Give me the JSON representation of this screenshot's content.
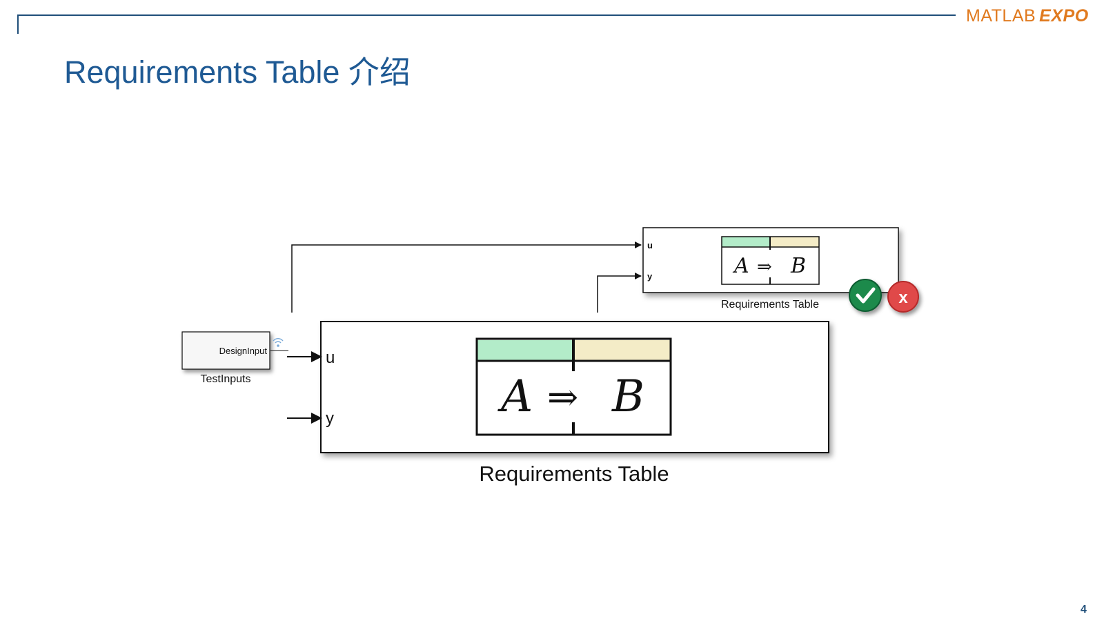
{
  "slide": {
    "title": "Requirements Table 介绍",
    "page_number": "4"
  },
  "logo": {
    "matlab": "MATLAB",
    "expo": "EXPO"
  },
  "diagram": {
    "source_block": {
      "inner_label": "DesignInput",
      "name": "TestInputs"
    },
    "main_block": {
      "port_u": "u",
      "port_y": "y",
      "math_a": "A",
      "math_arrow": "⇒",
      "math_b": "B",
      "name": "Requirements Table"
    },
    "small_block": {
      "port_u": "u",
      "port_y": "y",
      "math_a": "A",
      "math_arrow": "⇒",
      "math_b": "B",
      "name": "Requirements Table"
    },
    "status": {
      "pass_symbol": "✓",
      "fail_symbol": "x"
    },
    "colors": {
      "green_header": "#b3ecc9",
      "yellow_header": "#f4ecc7",
      "pass": "#1f8a4c",
      "fail": "#e04848"
    }
  }
}
